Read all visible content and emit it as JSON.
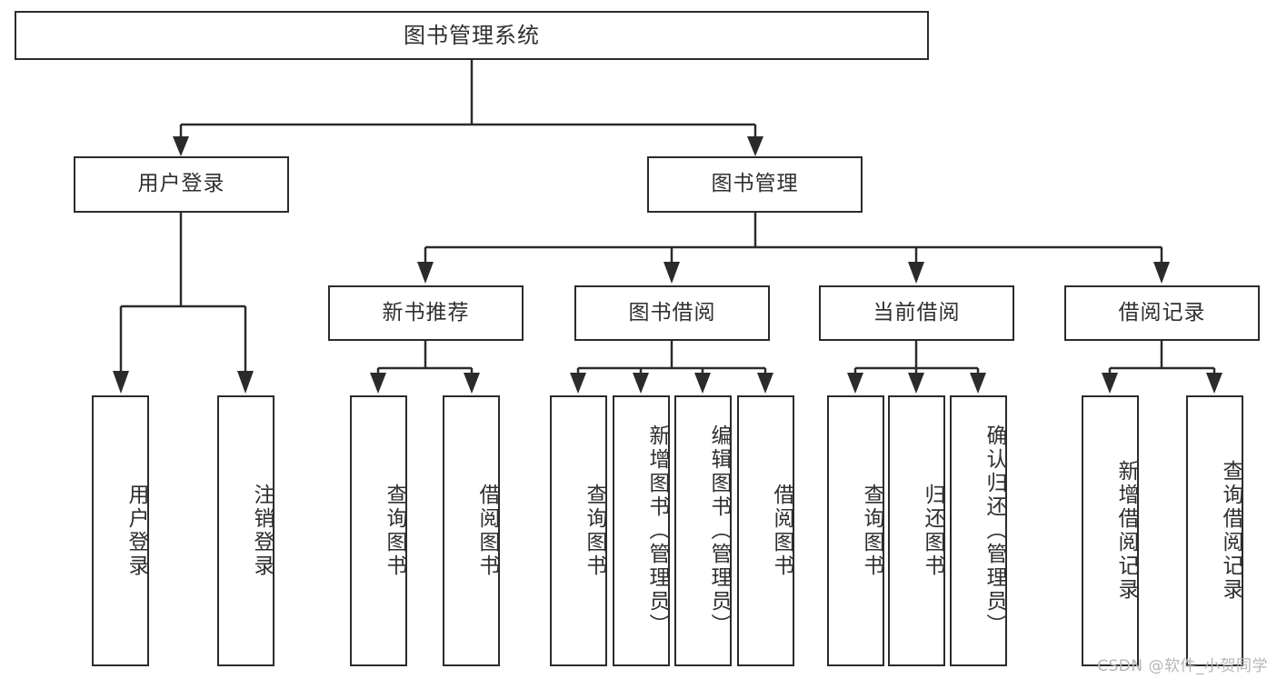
{
  "diagram": {
    "type": "tree",
    "title": "图书管理系统",
    "root": {
      "id": "root",
      "label": "图书管理系统"
    },
    "level1": [
      {
        "id": "user-login",
        "label": "用户登录"
      },
      {
        "id": "book-manage",
        "label": "图书管理"
      }
    ],
    "level2": [
      {
        "id": "new-book-rec",
        "label": "新书推荐",
        "parent": "book-manage"
      },
      {
        "id": "book-borrow",
        "label": "图书借阅",
        "parent": "book-manage"
      },
      {
        "id": "current-borrow",
        "label": "当前借阅",
        "parent": "book-manage"
      },
      {
        "id": "borrow-record",
        "label": "借阅记录",
        "parent": "book-manage"
      }
    ],
    "leaves": [
      {
        "id": "leaf-user-login",
        "label": "用户登录",
        "parent": "user-login"
      },
      {
        "id": "leaf-logout",
        "label": "注销登录",
        "parent": "user-login"
      },
      {
        "id": "leaf-query-book-1",
        "label": "查询图书",
        "parent": "new-book-rec"
      },
      {
        "id": "leaf-borrow-book-1",
        "label": "借阅图书",
        "parent": "new-book-rec"
      },
      {
        "id": "leaf-query-book-2",
        "label": "查询图书",
        "parent": "book-borrow"
      },
      {
        "id": "leaf-add-book",
        "label": "新增图书（管理员）",
        "parent": "book-borrow"
      },
      {
        "id": "leaf-edit-book",
        "label": "编辑图书（管理员）",
        "parent": "book-borrow"
      },
      {
        "id": "leaf-borrow-book-2",
        "label": "借阅图书",
        "parent": "book-borrow"
      },
      {
        "id": "leaf-query-book-3",
        "label": "查询图书",
        "parent": "current-borrow"
      },
      {
        "id": "leaf-return-book",
        "label": "归还图书",
        "parent": "current-borrow"
      },
      {
        "id": "leaf-confirm-return",
        "label": "确认归还（管理员）",
        "parent": "current-borrow"
      },
      {
        "id": "leaf-add-record",
        "label": "新增借阅记录",
        "parent": "borrow-record"
      },
      {
        "id": "leaf-query-record",
        "label": "查询借阅记录",
        "parent": "borrow-record"
      }
    ],
    "colors": {
      "border": "#2b2b2b",
      "background": "#ffffff",
      "text": "#2f2f2f",
      "watermark": "#b6b6b6"
    }
  },
  "watermark": {
    "text": "CSDN @软件_小贺同学"
  }
}
